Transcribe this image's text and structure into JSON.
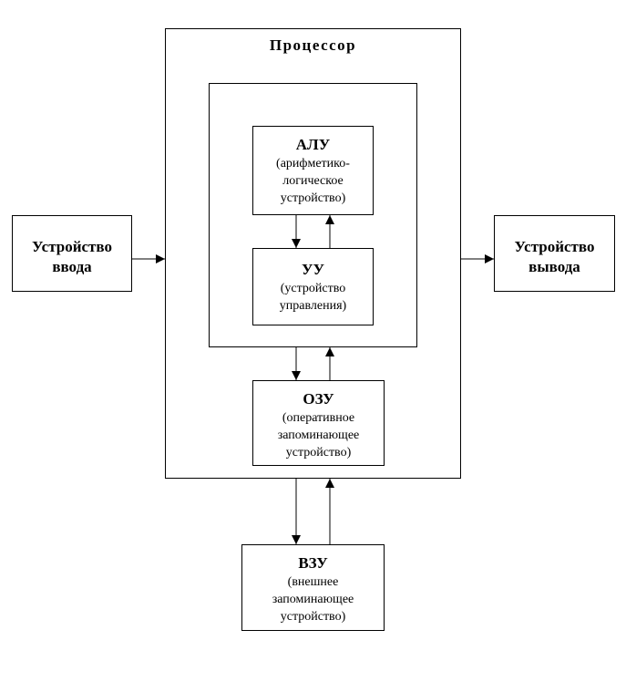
{
  "processor": {
    "title": "Процессор"
  },
  "alu": {
    "title": "АЛУ",
    "desc": [
      "(арифметико-",
      "логическое",
      "устройство)"
    ]
  },
  "cu": {
    "title": "УУ",
    "desc": [
      "(устройство",
      "управления)"
    ]
  },
  "ram": {
    "title": "ОЗУ",
    "desc": [
      "(оперативное",
      "запоминающее",
      "устройство)"
    ]
  },
  "ext_storage": {
    "title": "ВЗУ",
    "desc": [
      "(внешнее",
      "запоминающее",
      "устройство)"
    ]
  },
  "input_device": {
    "title_lines": [
      "Устройство",
      "ввода"
    ]
  },
  "output_device": {
    "title_lines": [
      "Устройство",
      "вывода"
    ]
  },
  "colors": {
    "stroke": "#000000",
    "background": "#ffffff"
  }
}
